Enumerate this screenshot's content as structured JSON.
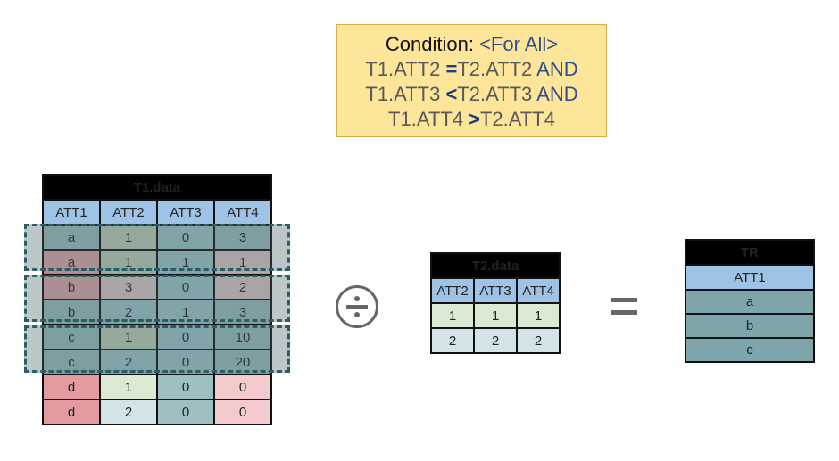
{
  "condition": {
    "label": "Condition:",
    "quantifier": "<For All>",
    "lines": [
      {
        "left": "T1.ATT2",
        "op": "=",
        "right": "T2.ATT2",
        "conj": "AND"
      },
      {
        "left": "T1.ATT3",
        "op": "<",
        "right": "T2.ATT3",
        "conj": "AND"
      },
      {
        "left": "T1.ATT4",
        "op": ">",
        "right": "T2.ATT4",
        "conj": ""
      }
    ]
  },
  "t1": {
    "title": "T1.data",
    "headers": [
      "ATT1",
      "ATT2",
      "ATT3",
      "ATT4"
    ],
    "rows": [
      [
        "a",
        "1",
        "0",
        "3"
      ],
      [
        "a",
        "1",
        "1",
        "1"
      ],
      [
        "b",
        "3",
        "0",
        "2"
      ],
      [
        "b",
        "2",
        "1",
        "3"
      ],
      [
        "c",
        "1",
        "0",
        "10"
      ],
      [
        "c",
        "2",
        "0",
        "20"
      ],
      [
        "d",
        "1",
        "0",
        "0"
      ],
      [
        "d",
        "2",
        "0",
        "0"
      ]
    ]
  },
  "operators": {
    "divide": "÷",
    "equals": "="
  },
  "t2": {
    "title": "T2.data",
    "headers": [
      "ATT2",
      "ATT3",
      "ATT4"
    ],
    "rows": [
      [
        "1",
        "1",
        "1"
      ],
      [
        "2",
        "2",
        "2"
      ]
    ]
  },
  "tr": {
    "title": "TR",
    "headers": [
      "ATT1"
    ],
    "rows": [
      [
        "a"
      ],
      [
        "b"
      ],
      [
        "c"
      ]
    ]
  }
}
